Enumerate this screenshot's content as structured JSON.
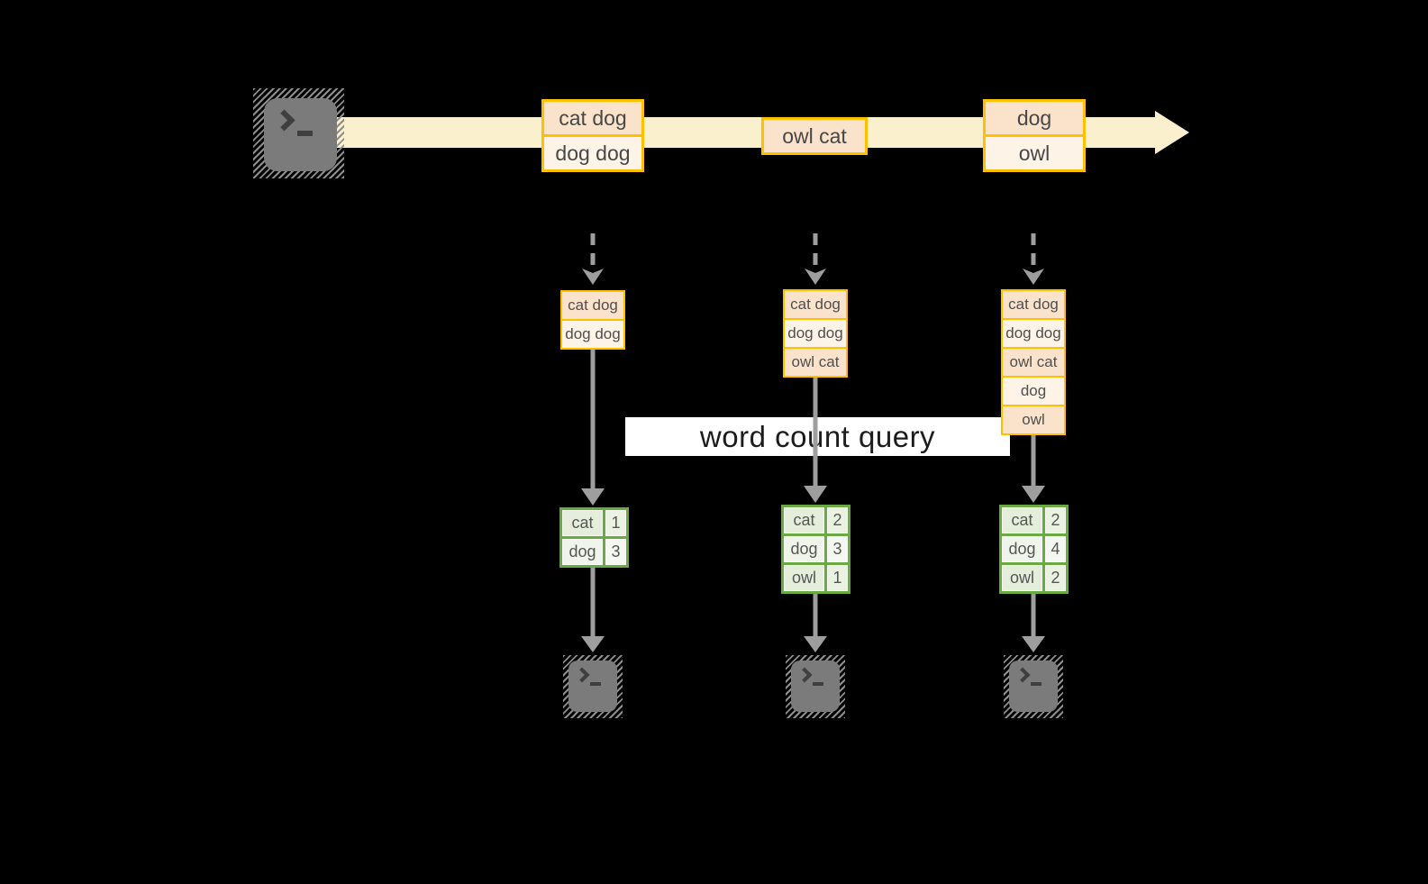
{
  "label": {
    "text": "word count query"
  },
  "stream": {
    "messages": [
      {
        "rows": [
          "cat dog",
          "dog dog"
        ]
      },
      {
        "rows": [
          "owl cat"
        ]
      },
      {
        "rows": [
          "dog",
          "owl"
        ]
      }
    ]
  },
  "workers": [
    {
      "buffer": [
        "cat dog",
        "dog dog"
      ],
      "counts": [
        {
          "word": "cat",
          "count": "1"
        },
        {
          "word": "dog",
          "count": "3"
        }
      ]
    },
    {
      "buffer": [
        "cat dog",
        "dog dog",
        "owl cat"
      ],
      "counts": [
        {
          "word": "cat",
          "count": "2"
        },
        {
          "word": "dog",
          "count": "3"
        },
        {
          "word": "owl",
          "count": "1"
        }
      ]
    },
    {
      "buffer": [
        "cat dog",
        "dog dog",
        "owl cat",
        "dog",
        "owl"
      ],
      "counts": [
        {
          "word": "cat",
          "count": "2"
        },
        {
          "word": "dog",
          "count": "4"
        },
        {
          "word": "owl",
          "count": "2"
        }
      ]
    }
  ],
  "icons": {
    "source": "terminal-icon",
    "consumers": "terminal-icon"
  },
  "colors": {
    "background": "#000000",
    "stream_band": "#FBF0CE",
    "box_border": "#FFC000",
    "cell_peach": "#FAE3CA",
    "cell_cream": "#FDF3E6",
    "table_border": "#6AAA43",
    "table_cell_green": "#E4EEDA",
    "table_cell_light": "#F0F6EB",
    "label_background": "#FFFFFF",
    "arrow_gray": "#9E9E9E",
    "terminal_gray": "#7B7B7B",
    "text_dark": "#4A4A4A"
  }
}
